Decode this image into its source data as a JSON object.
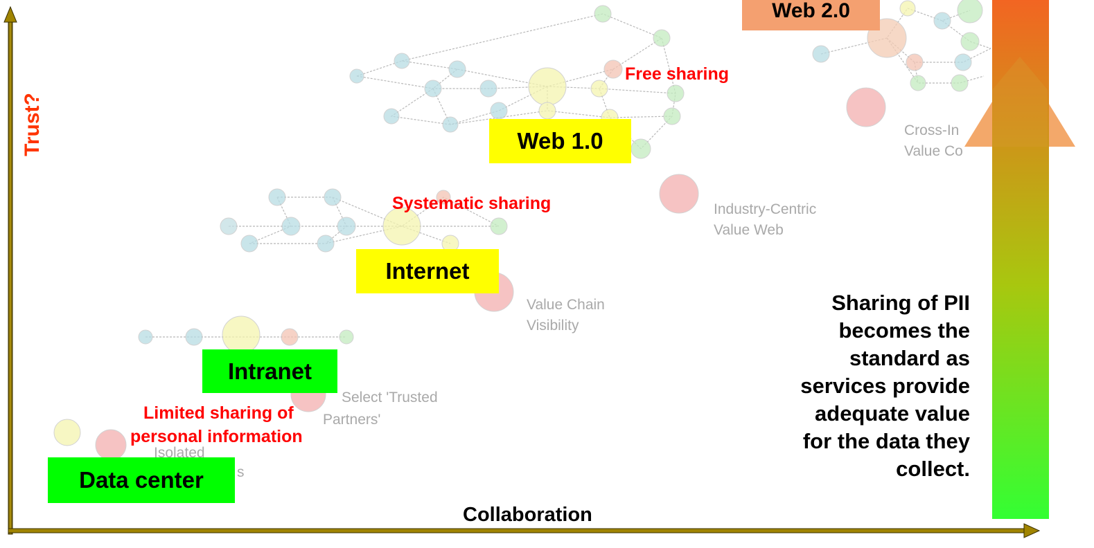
{
  "axes": {
    "y_label": "Trust?",
    "x_label": "Collaboration"
  },
  "stages": {
    "data_center": "Data center",
    "intranet": "Intranet",
    "internet": "Internet",
    "web1": "Web 1.0",
    "web2": "Web 2.0"
  },
  "sharing": {
    "limited_line1": "Limited sharing of",
    "limited_line2": "personal information",
    "systematic": "Systematic sharing",
    "free": "Free sharing"
  },
  "background_labels": {
    "isolated": "Isolated",
    "isolated_tail": "s",
    "select_line1": "Select 'Trusted",
    "select_line2": "Partners'",
    "value_chain_line1": "Value Chain",
    "value_chain_line2": "Visibility",
    "industry_line1": "Industry-Centric",
    "industry_line2": "Value Web",
    "cross_line1": "Cross-In",
    "cross_line2": "Value Co"
  },
  "note": {
    "lines": [
      "Sharing of PII",
      "becomes the",
      "standard as",
      "services provide",
      "adequate value",
      "for the data they",
      "collect."
    ]
  },
  "colors": {
    "box_green": "#00ff00",
    "box_yellow": "#ffff00",
    "box_orange": "#f4a070",
    "accent_red": "#ff0000",
    "bar_top": "#f26522",
    "bar_bottom": "#33ff33",
    "axis": "#8b7400"
  }
}
